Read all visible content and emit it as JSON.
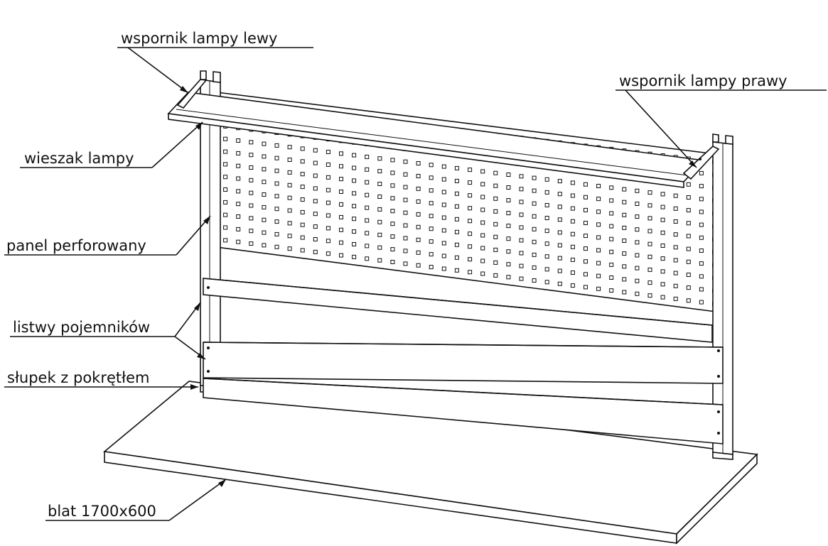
{
  "labels": {
    "left_lamp_bracket": "wspornik  lampy lewy",
    "right_lamp_bracket": "wspornik  lampy prawy",
    "lamp_hanger": "wieszak lampy",
    "perforated_panel": "panel perforowany",
    "bin_rails": "listwy pojemników",
    "post_with_knob": "słupek z pokrętłem",
    "worktop": "blat 1700x600"
  },
  "colors": {
    "line": "#111111",
    "background": "#ffffff"
  }
}
